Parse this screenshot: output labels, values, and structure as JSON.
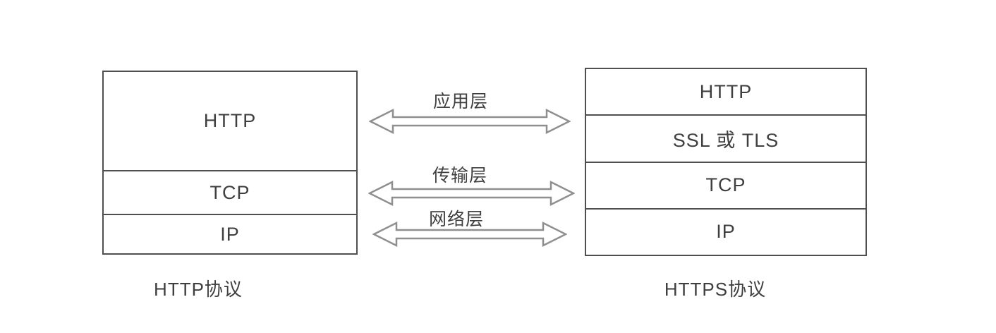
{
  "left_stack": {
    "caption": "HTTP协议",
    "layers": [
      {
        "label": "HTTP"
      },
      {
        "label": "TCP"
      },
      {
        "label": "IP"
      }
    ]
  },
  "right_stack": {
    "caption": "HTTPS协议",
    "layers": [
      {
        "label": "HTTP"
      },
      {
        "label": "SSL 或 TLS"
      },
      {
        "label": "TCP"
      },
      {
        "label": "IP"
      }
    ]
  },
  "arrows": [
    {
      "label": "应用层"
    },
    {
      "label": "传输层"
    },
    {
      "label": "网络层"
    }
  ],
  "colors": {
    "background": "#ffffff",
    "box_border": "#4f4f4f",
    "arrow_stroke": "#8f8f8f",
    "text": "#3f3f3f"
  }
}
